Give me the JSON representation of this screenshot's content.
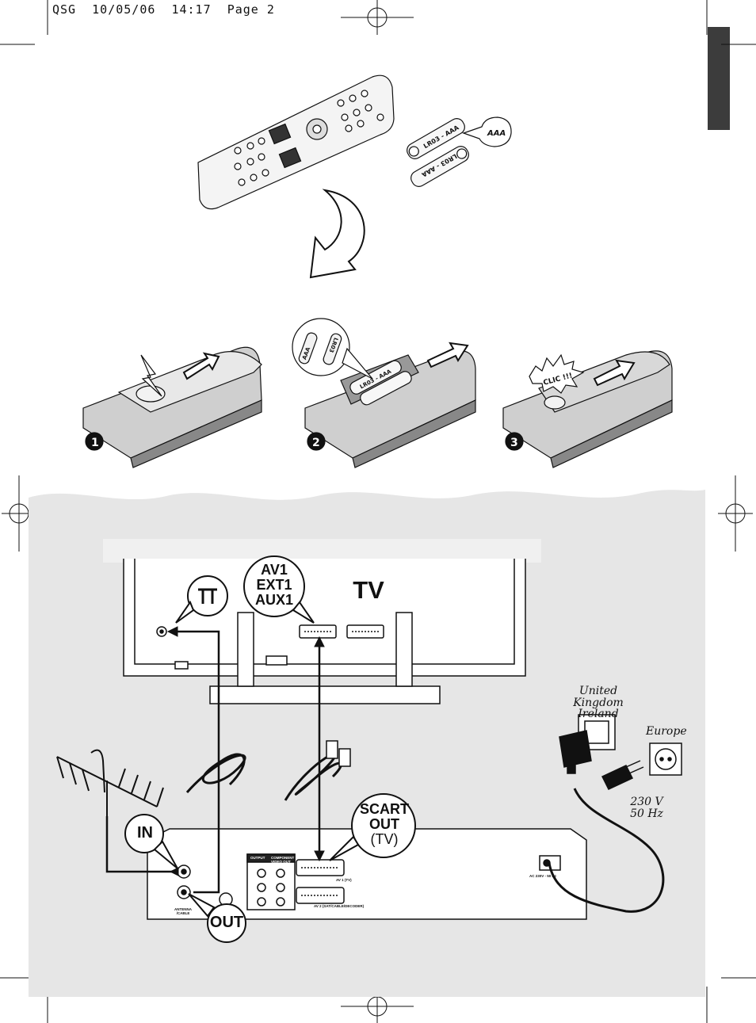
{
  "header": {
    "slug": "QSG",
    "date": "10/05/06",
    "time": "14:17",
    "page": "Page 2"
  },
  "batteries": {
    "type_badge": "AAA",
    "battery_label": "LR03 - AAA",
    "bubble_a": "AAA",
    "bubble_b": "LR03"
  },
  "steps": [
    {
      "number": "1"
    },
    {
      "number": "2"
    },
    {
      "number": "3",
      "callout": "CLIC !!!"
    }
  ],
  "tv": {
    "title": "TV",
    "scart_bubble": [
      "AV1",
      "EXT1",
      "AUX1"
    ]
  },
  "mains": {
    "uk_label": [
      "United Kingdom",
      "Ireland"
    ],
    "europe_label": "Europe",
    "supply": [
      "230 V",
      "50 Hz"
    ]
  },
  "recorder": {
    "in_bubble": "IN",
    "out_bubble": "OUT",
    "scart_out_bubble": [
      "SCART",
      "OUT",
      "(TV)"
    ],
    "antenna_label": [
      "ANTENNA",
      "/CABLE"
    ],
    "power_label": "AC 230V - 50 Hz",
    "av1_label": "AV 1 (TV)",
    "av2_label": "AV 2 (SAT/CABLE/DECODER)",
    "output_label": "OUTPUT",
    "component_label": "COMPONENT VIDEO OUT"
  },
  "colors": {
    "panel": "#e6e6e6",
    "ink": "#111111",
    "tab": "#3c3c3c"
  }
}
